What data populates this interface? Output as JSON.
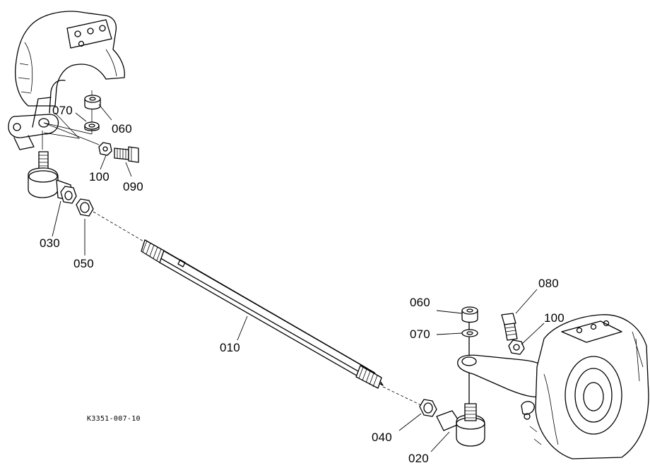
{
  "callouts": {
    "c010": "010",
    "c020": "020",
    "c030": "030",
    "c040": "040",
    "c050": "050",
    "c060_top": "060",
    "c060_right": "060",
    "c070_top": "070",
    "c070_right": "070",
    "c080": "080",
    "c090": "090",
    "c100_top": "100",
    "c100_right": "100"
  },
  "drawing_number": "K3351-007-10"
}
